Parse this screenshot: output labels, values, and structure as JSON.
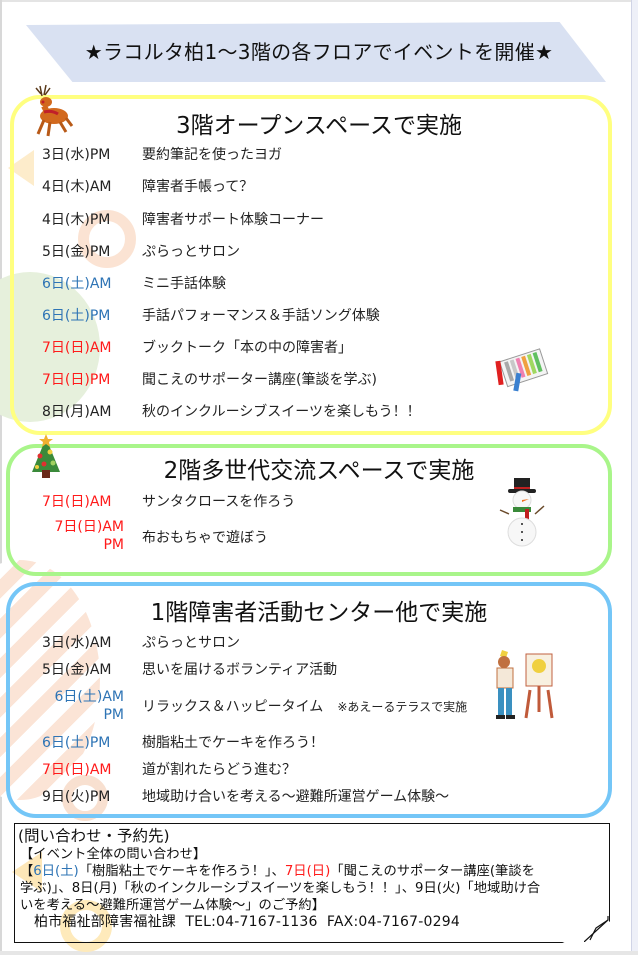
{
  "banner": {
    "title": "★ラコルタ柏1～3階の各フロアでイベントを開催★"
  },
  "colors": {
    "floor3_border": "#ffff80",
    "floor2_border": "#a9f58a",
    "floor1_border": "#74c6f7",
    "banner_bg": "#d9e1f2",
    "saturday_blue": "#2e74b5",
    "sunday_red": "#ff1a1a"
  },
  "sections": [
    {
      "title": "3階オープンスペースで実施",
      "image": "reindeer-icon",
      "image2": "crayons-icon",
      "events": [
        {
          "date": "3日(水)PM",
          "color": "black",
          "title": "要約筆記を使ったヨガ"
        },
        {
          "date": "4日(木)AM",
          "color": "black",
          "title": "障害者手帳って？"
        },
        {
          "date": "4日(木)PM",
          "color": "black",
          "title": "障害者サポート体験コーナー"
        },
        {
          "date": "5日(金)PM",
          "color": "black",
          "title": "ぷらっとサロン"
        },
        {
          "date": "6日(土)AM",
          "color": "blue",
          "title": "ミニ手話体験"
        },
        {
          "date": "6日(土)PM",
          "color": "blue",
          "title": "手話パフォーマンス＆手話ソング体験"
        },
        {
          "date": "7日(日)AM",
          "color": "red",
          "title": "ブックトーク「本の中の障害者」"
        },
        {
          "date": "7日(日)PM",
          "color": "red",
          "title": "聞こえのサポーター講座(筆談を学ぶ)"
        },
        {
          "date": "8日(月)AM",
          "color": "black",
          "title": "秋のインクルーシブスイーツを楽しもう！！"
        }
      ]
    },
    {
      "title": "2階多世代交流スペースで実施",
      "image": "christmas-tree-icon",
      "image2": "snowman-icon",
      "events": [
        {
          "date": "7日(日)AM",
          "color": "red",
          "title": "サンタクロースを作ろう"
        },
        {
          "date": "7日(日)AM",
          "date_line2": "PM",
          "color": "red",
          "title": "布おもちゃで遊ぼう"
        }
      ]
    },
    {
      "title": "1階障害者活動センター他で実施",
      "image": "artist-laugh-icon",
      "events": [
        {
          "date": "3日(水)AM",
          "color": "black",
          "title": "ぷらっとサロン"
        },
        {
          "date": "5日(金)AM",
          "color": "black",
          "title": "思いを届けるボランティア活動"
        },
        {
          "date": "6日(土)AM",
          "date_line2": "PM",
          "color": "blue",
          "title": "リラックス＆ハッピータイム",
          "note": "※あえーるテラスで実施"
        },
        {
          "date": "6日(土)PM",
          "color": "blue",
          "title": "樹脂粘土でケーキを作ろう！"
        },
        {
          "date": "7日(日)AM",
          "color": "red",
          "title": "道が割れたらどう進む？"
        },
        {
          "date": "9日(火)PM",
          "color": "black",
          "title": "地域助け合いを考える～避難所運営ゲーム体験～"
        }
      ]
    }
  ],
  "contact": {
    "heading": "(問い合わせ・予約先)",
    "general": "【イベント全体の問い合わせ】",
    "line1_open": "【",
    "line1_date1": "6日(土)",
    "line1_mid": "「樹脂粘土でケーキを作ろう！」、",
    "line1_date2": "7日(日)",
    "line1_end": "「聞こえのサポーター講座(筆談を",
    "line2": "学ぶ)」、8日(月)「秋のインクルーシブスイーツを楽しもう！！」、9日(火)「地域助け合",
    "line3": "いを考える～避難所運営ゲーム体験～」のご予約】",
    "office": "柏市福祉部障害福祉課",
    "tel": "TEL:04-7167-1136",
    "fax": "FAX:04-7167-0294"
  }
}
